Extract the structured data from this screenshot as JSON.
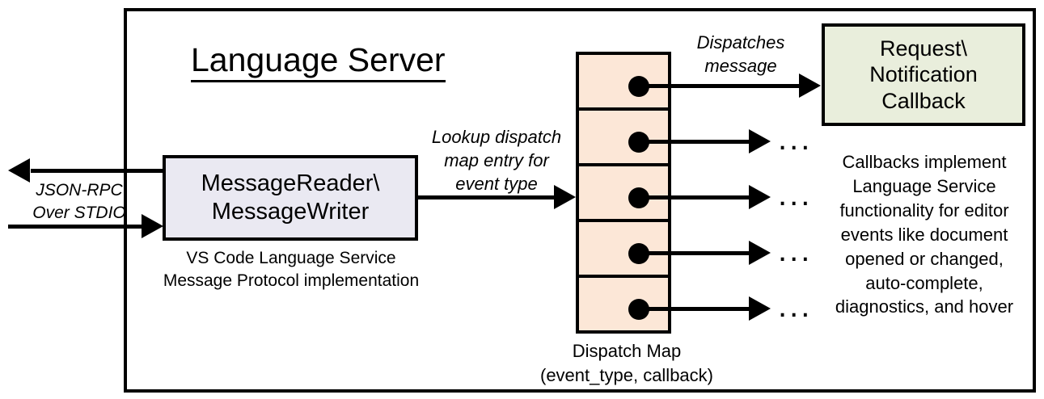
{
  "diagram": {
    "title": "Language Server",
    "outer_frame_name": "Language Server boundary"
  },
  "io": {
    "protocol_label": "JSON-RPC\nOver STDIO",
    "outbound_direction": "left",
    "inbound_direction": "right"
  },
  "reader_box": {
    "label": "MessageReader\\\nMessageWriter",
    "caption": "VS Code Language Service\nMessage Protocol implementation",
    "fill": "#eae9f2"
  },
  "lookup_arrow": {
    "label": "Lookup dispatch\nmap entry for\nevent type"
  },
  "dispatch_map": {
    "caption": "Dispatch Map\n(event_type, callback)",
    "fill": "#fce7d7",
    "cell_count": 5,
    "cells": [
      {
        "index": 0,
        "target": "Request\\Notification Callback",
        "ellipsis": ""
      },
      {
        "index": 1,
        "target": "ellipsis",
        "ellipsis": "..."
      },
      {
        "index": 2,
        "target": "ellipsis",
        "ellipsis": "..."
      },
      {
        "index": 3,
        "target": "ellipsis",
        "ellipsis": "..."
      },
      {
        "index": 4,
        "target": "ellipsis",
        "ellipsis": "..."
      }
    ]
  },
  "dispatch_arrow": {
    "label": "Dispatches\nmessage"
  },
  "callback_box": {
    "label": "Request\\\nNotification\nCallback",
    "caption": "Callbacks implement\nLanguage Service\nfunctionality for editor\nevents like document\nopened or changed,\nauto-complete,\ndiagnostics, and hover",
    "fill": "#e9eedc"
  },
  "colors": {
    "stroke": "#000000",
    "background": "#ffffff",
    "reader_fill": "#eae9f2",
    "dispatch_fill": "#fce7d7",
    "callback_fill": "#e9eedc"
  }
}
